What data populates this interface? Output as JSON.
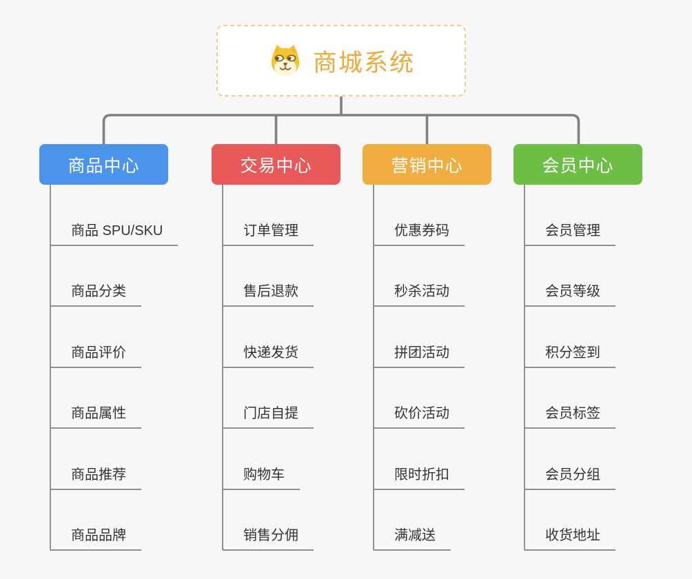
{
  "root": {
    "title": "商城系统",
    "icon": "doge-icon",
    "title_color": "#F0A93C",
    "border_color": "#F2CD92"
  },
  "branches": [
    {
      "label": "商品中心",
      "color": "#4C93EB",
      "children": [
        "商品 SPU/SKU",
        "商品分类",
        "商品评价",
        "商品属性",
        "商品推荐",
        "商品品牌"
      ]
    },
    {
      "label": "交易中心",
      "color": "#E8595A",
      "children": [
        "订单管理",
        "售后退款",
        "快递发货",
        "门店自提",
        "购物车",
        "销售分佣"
      ]
    },
    {
      "label": "营销中心",
      "color": "#EFAE3F",
      "children": [
        "优惠券码",
        "秒杀活动",
        "拼团活动",
        "砍价活动",
        "限时折扣",
        "满减送"
      ]
    },
    {
      "label": "会员中心",
      "color": "#6CBE45",
      "children": [
        "会员管理",
        "会员等级",
        "积分签到",
        "会员标签",
        "会员分组",
        "收货地址"
      ]
    }
  ],
  "colors": {
    "background": "#F7F7F7",
    "tree_connector": "#7F7F7F",
    "leaf_line": "#8F8F8F",
    "leaf_text": "#333333"
  }
}
